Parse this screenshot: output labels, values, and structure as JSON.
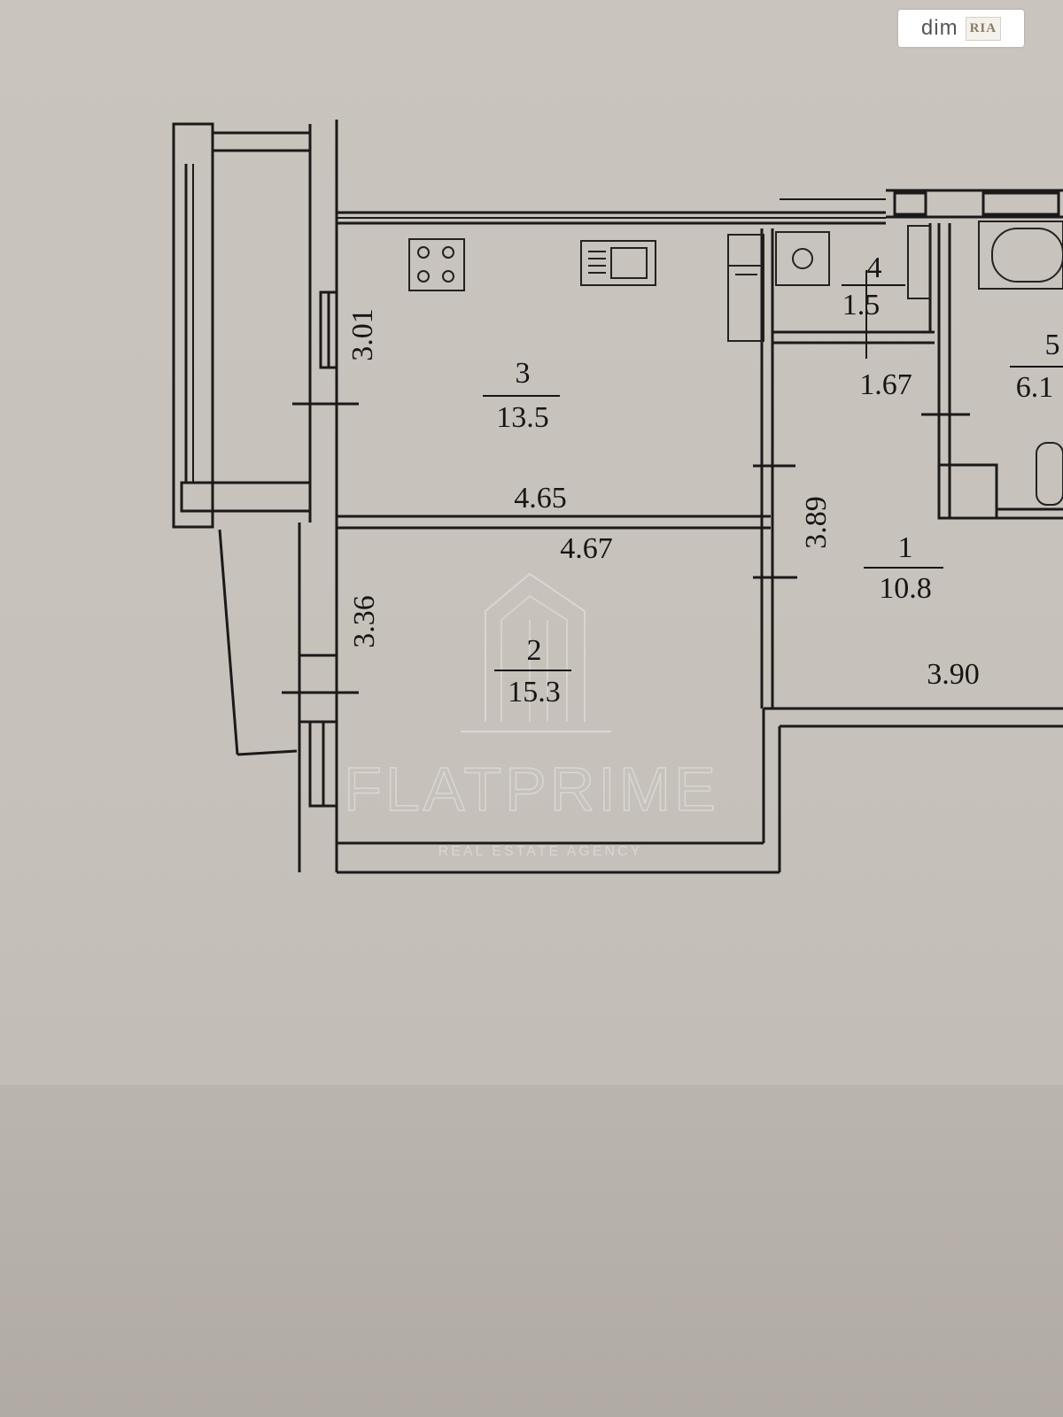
{
  "logo": {
    "text": "dim",
    "badge": "RIA"
  },
  "watermark": {
    "brand": "FLATPRIME",
    "tagline": "REAL ESTATE AGENCY"
  },
  "rooms": [
    {
      "number": "1",
      "area": "10.8"
    },
    {
      "number": "2",
      "area": "15.3"
    },
    {
      "number": "3",
      "area": "13.5"
    },
    {
      "number": "4",
      "area": "1.5"
    },
    {
      "number": "5",
      "area": "6.1"
    }
  ],
  "dimensions": {
    "kitchen_width": "4.65",
    "kitchen_depth": "3.01",
    "room_width": "4.67",
    "room_depth": "3.36",
    "hall_depth": "3.89",
    "hall_width": "3.90",
    "wc_width": "1.67"
  }
}
